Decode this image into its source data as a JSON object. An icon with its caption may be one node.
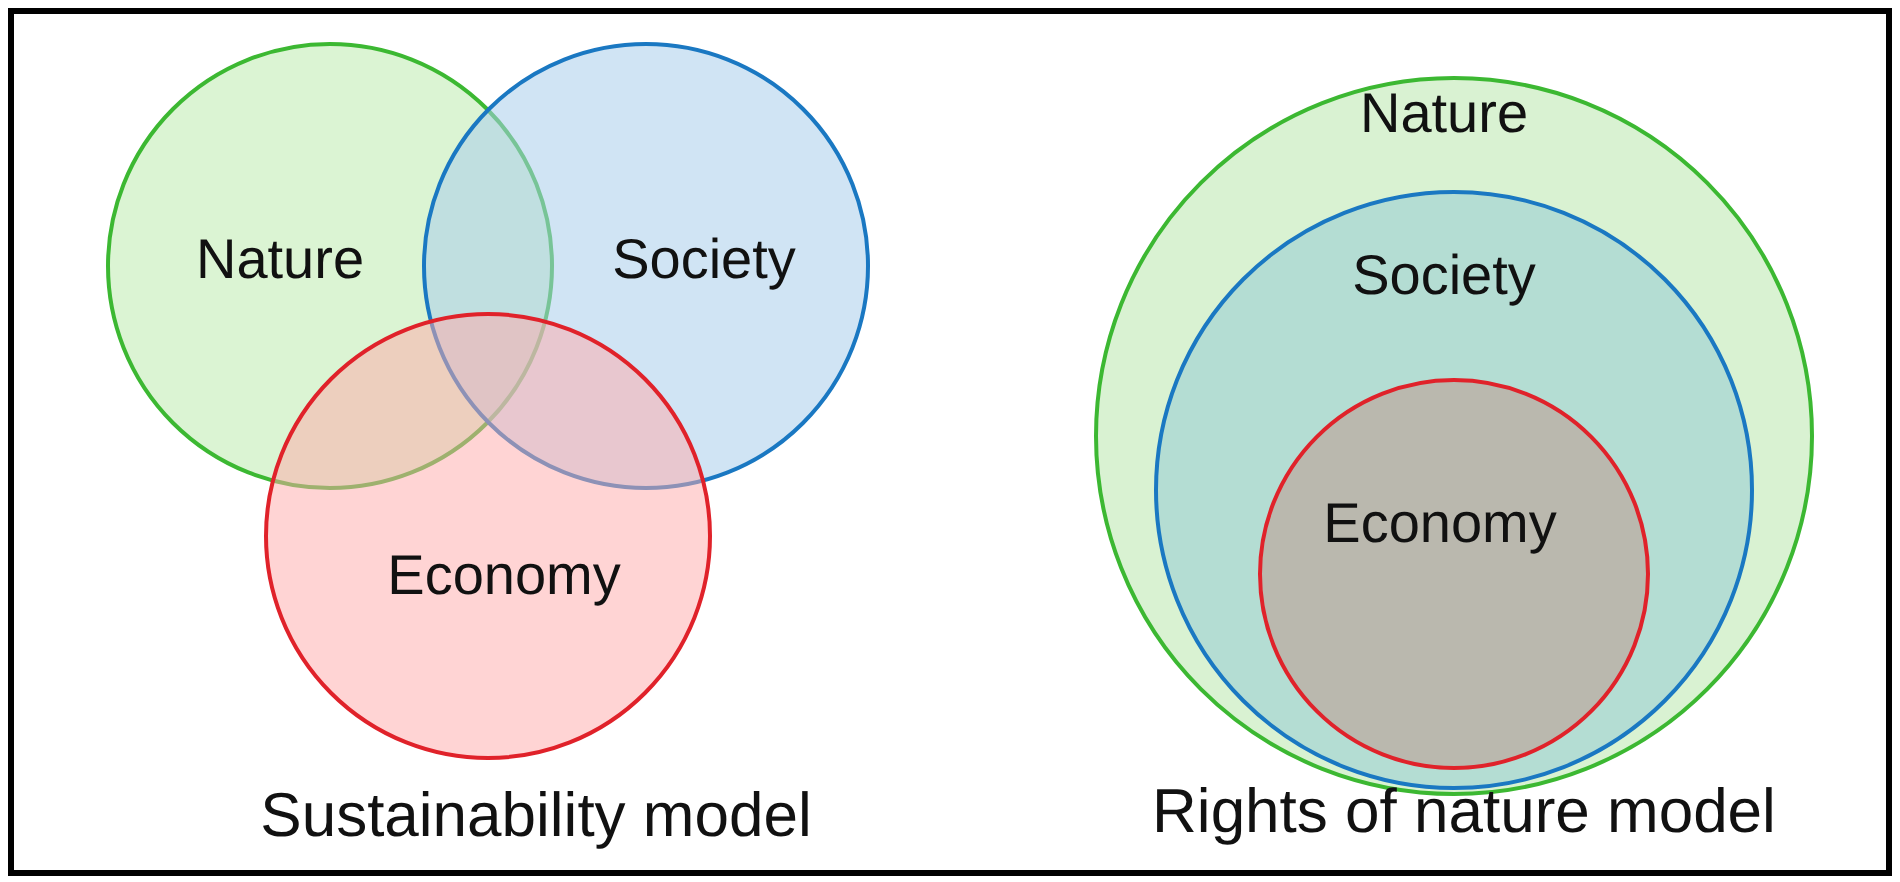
{
  "diagram": {
    "nodes": [
      {
        "text": [
          "Nature"
        ]
      },
      {
        "text": [
          "Society"
        ]
      },
      {
        "text": [
          "Economy"
        ]
      },
      {
        "text": [
          "Nature"
        ]
      },
      {
        "text": [
          "Society"
        ],
        "in": 3
      },
      {
        "text": [
          "Economy"
        ],
        "in": 4
      }
    ],
    "labels": [
      "Sustainability model",
      "Rights of nature model"
    ]
  }
}
